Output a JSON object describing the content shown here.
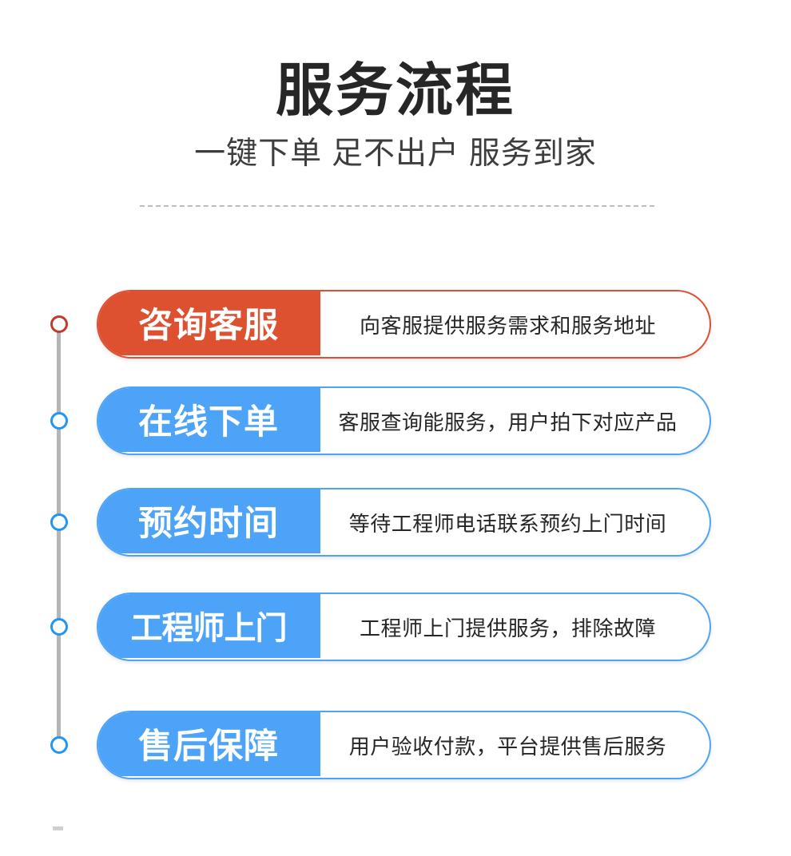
{
  "header": {
    "title": "服务流程",
    "subtitle": "一键下单 足不出户 服务到家"
  },
  "colors": {
    "accent_orange": "#dd5030",
    "accent_blue": "#4da3f7",
    "dot_red": "#bf3b2c",
    "dot_blue": "#2196f3",
    "line_gray": "#b5b5b5",
    "title_black": "#262626"
  },
  "steps": [
    {
      "label": "咨询客服",
      "desc": "向客服提供服务需求和服务地址",
      "color": "#dd5030",
      "dot_color": "#bf3b2c"
    },
    {
      "label": "在线下单",
      "desc": "客服查询能服务，用户拍下对应产品",
      "color": "#4da3f7",
      "dot_color": "#2196f3"
    },
    {
      "label": "预约时间",
      "desc": "等待工程师电话联系预约上门时间",
      "color": "#4da3f7",
      "dot_color": "#2196f3"
    },
    {
      "label": "工程师上门",
      "desc": "工程师上门提供服务，排除故障",
      "color": "#4da3f7",
      "dot_color": "#2196f3"
    },
    {
      "label": "售后保障",
      "desc": "用户验收付款，平台提供售后服务",
      "color": "#4da3f7",
      "dot_color": "#2196f3"
    }
  ]
}
